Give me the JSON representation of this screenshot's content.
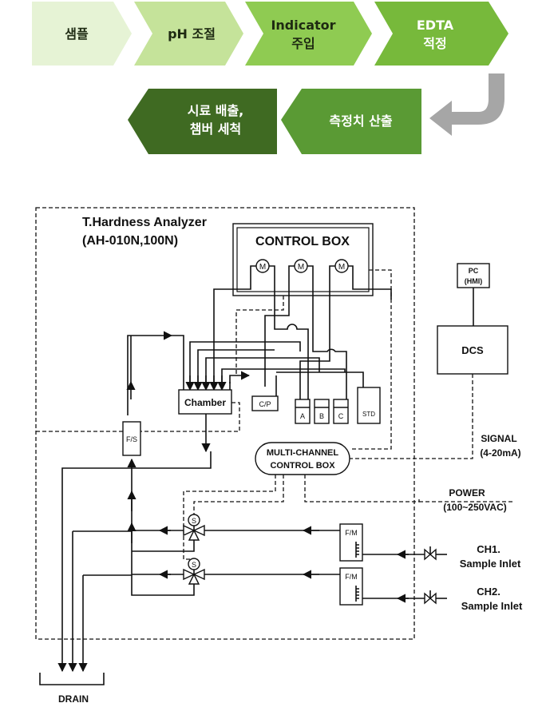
{
  "process_flow": {
    "steps": [
      {
        "line1": "샘플",
        "line2": "",
        "color": "#e6f3d5",
        "text_color": "#1e2a12"
      },
      {
        "line1": "pH 조절",
        "line2": "",
        "color": "#c5e39a",
        "text_color": "#1e2a12"
      },
      {
        "line1": "Indicator",
        "line2": "주입",
        "color": "#8fcb52",
        "text_color": "#1e2a12"
      },
      {
        "line1": "EDTA",
        "line2": "적정",
        "color": "#77b93b",
        "text_color": "#ffffff"
      }
    ],
    "back_steps": [
      {
        "line1": "측정치 산출",
        "line2": "",
        "color": "#5a9a34",
        "text_color": "#ffffff"
      },
      {
        "line1": "시료 배출,",
        "line2": "챔버 세척",
        "color": "#3f6a22",
        "text_color": "#ffffff"
      }
    ],
    "return_arrow_color": "#a6a6a6"
  },
  "diagram": {
    "analyzer_title_line1": "T.Hardness Analyzer",
    "analyzer_title_line2": "(AH-010N,100N)",
    "control_box": "CONTROL BOX",
    "motor_label": "M",
    "chamber": "Chamber",
    "cp": "C/P",
    "reagents": [
      "A",
      "B",
      "C"
    ],
    "std": "STD",
    "flow_switch": "F/S",
    "multi_channel_line1": "MULTI-CHANNEL",
    "multi_channel_line2": "CONTROL BOX",
    "pc_line1": "PC",
    "pc_line2": "(HMI)",
    "dcs": "DCS",
    "signal_line1": "SIGNAL",
    "signal_line2": "(4-20mA)",
    "power_line1": "POWER",
    "power_line2": "(100~250VAC)",
    "flow_meter": "F/M",
    "solenoid": "S",
    "ch1_line1": "CH1.",
    "ch1_line2": "Sample Inlet",
    "ch2_line1": "CH2.",
    "ch2_line2": "Sample Inlet",
    "drain": "DRAIN"
  }
}
